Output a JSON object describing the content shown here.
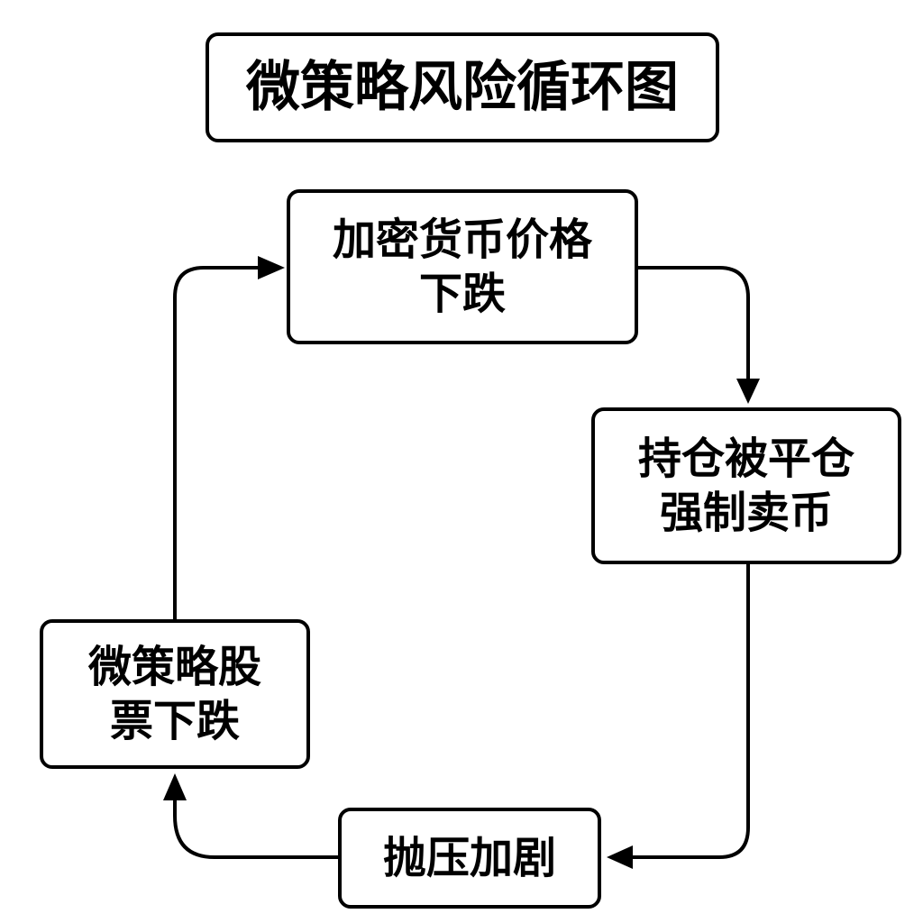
{
  "diagram": {
    "title": "微策略风险循环图",
    "nodes": [
      {
        "id": "price",
        "lines": [
          "加密货币价格",
          "下跌"
        ]
      },
      {
        "id": "liquidation",
        "lines": [
          "持仓被平仓",
          "强制卖币"
        ]
      },
      {
        "id": "selling",
        "lines": [
          "抛压加剧"
        ]
      },
      {
        "id": "stock",
        "lines": [
          "微策略股",
          "票下跌"
        ]
      }
    ],
    "edges": [
      {
        "from": "price",
        "to": "liquidation"
      },
      {
        "from": "liquidation",
        "to": "selling"
      },
      {
        "from": "selling",
        "to": "stock"
      },
      {
        "from": "stock",
        "to": "price"
      }
    ],
    "colors": {
      "stroke": "#000000",
      "fill": "#ffffff",
      "text": "#000000"
    }
  }
}
